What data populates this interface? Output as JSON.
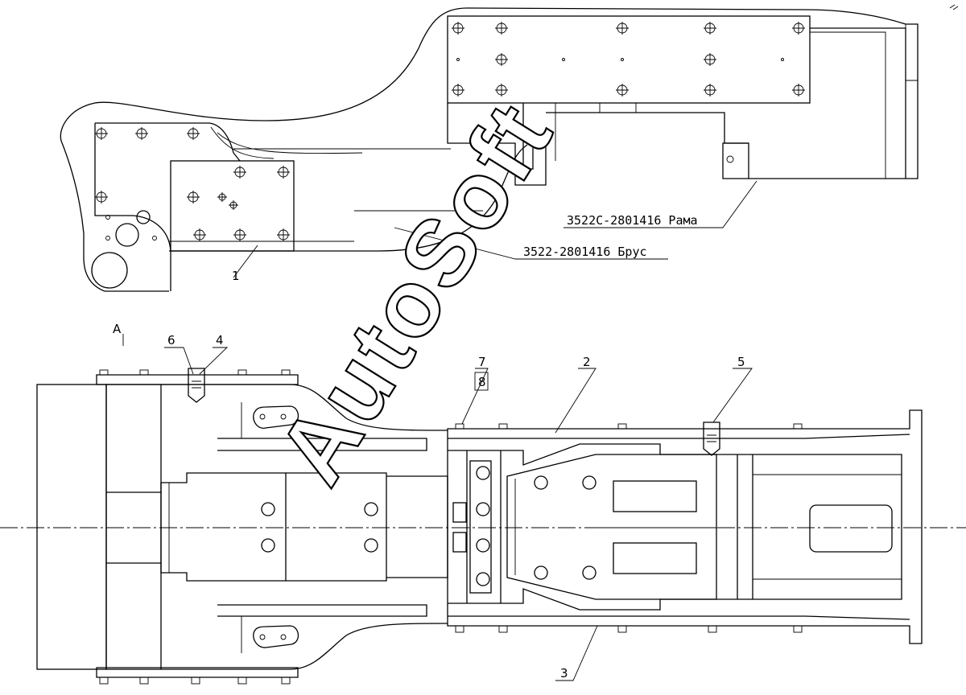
{
  "view_label": "A",
  "annotations": {
    "frame": "3522С-2801416 Рама",
    "beam": "3522-2801416 Брус"
  },
  "callouts": {
    "c1": "1",
    "c2": "2",
    "c3": "3",
    "c4": "4",
    "c5": "5",
    "c6": "6",
    "c7": "7",
    "c8": "8"
  },
  "watermark": "AutoSoft"
}
